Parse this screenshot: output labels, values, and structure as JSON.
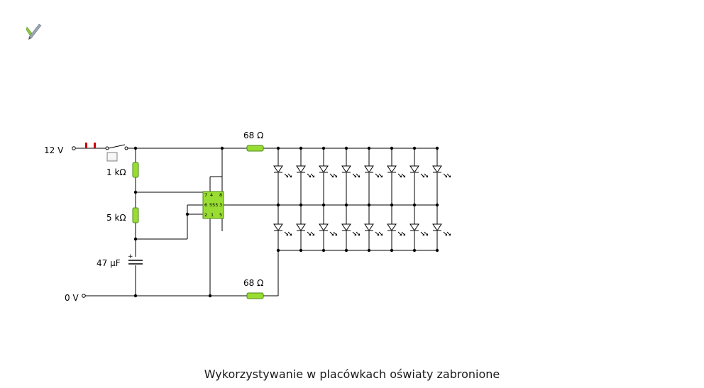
{
  "logo": {
    "icon": "app-logo-icon"
  },
  "circuit": {
    "supply_positive": "12 V",
    "supply_negative": "0 V",
    "resistor_r1": "1 kΩ",
    "resistor_r2": "5 kΩ",
    "capacitor": "47 µF",
    "capacitor_polarity": "+",
    "led_resistor_top": "68 Ω",
    "led_resistor_bottom": "68 Ω",
    "timer_ic": {
      "name": "555",
      "pins": {
        "p7": "7",
        "p4": "4",
        "p8": "8",
        "p6": "6",
        "p3": "3",
        "p2": "2",
        "p1": "1",
        "p5": "5"
      }
    },
    "fuse_color": "#cc0000",
    "component_color": "#99dd33"
  },
  "footer": {
    "text": "Wykorzystywanie w placówkach oświaty zabronione"
  }
}
